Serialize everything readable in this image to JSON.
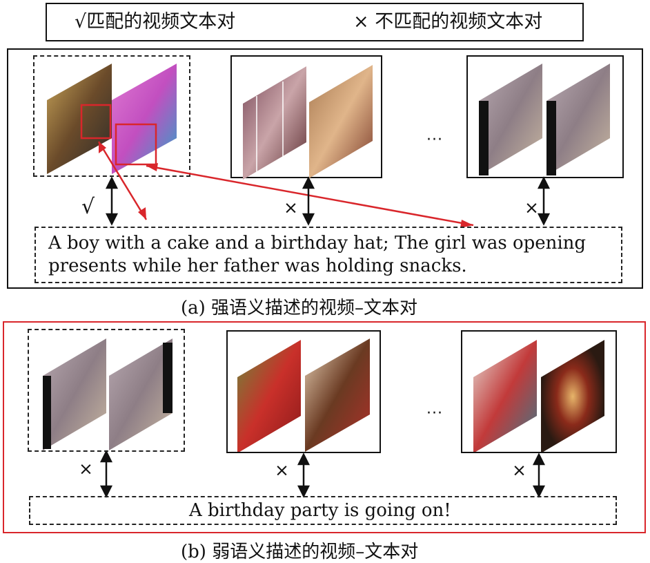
{
  "legend": {
    "match_label": "√匹配的视频文本对",
    "mismatch_label": "× 不匹配的视频文本对"
  },
  "panel_a": {
    "caption": "(a) 强语义描述的视频–文本对",
    "text": {
      "line1": "A boy with a cake and a birthday hat;  The girl was opening",
      "line2": "presents while her father was holding snacks."
    },
    "marks": {
      "video1": "√",
      "video2": "×",
      "video3": "×"
    },
    "ellipsis": "···"
  },
  "panel_b": {
    "caption": "(b) 弱语义描述的视频–文本对",
    "text": "A birthday party is going on!",
    "marks": {
      "video1": "×",
      "video2": "×",
      "video3": "×"
    },
    "ellipsis": "···"
  },
  "colors": {
    "highlight": "#d9262b",
    "stroke": "#111111"
  }
}
